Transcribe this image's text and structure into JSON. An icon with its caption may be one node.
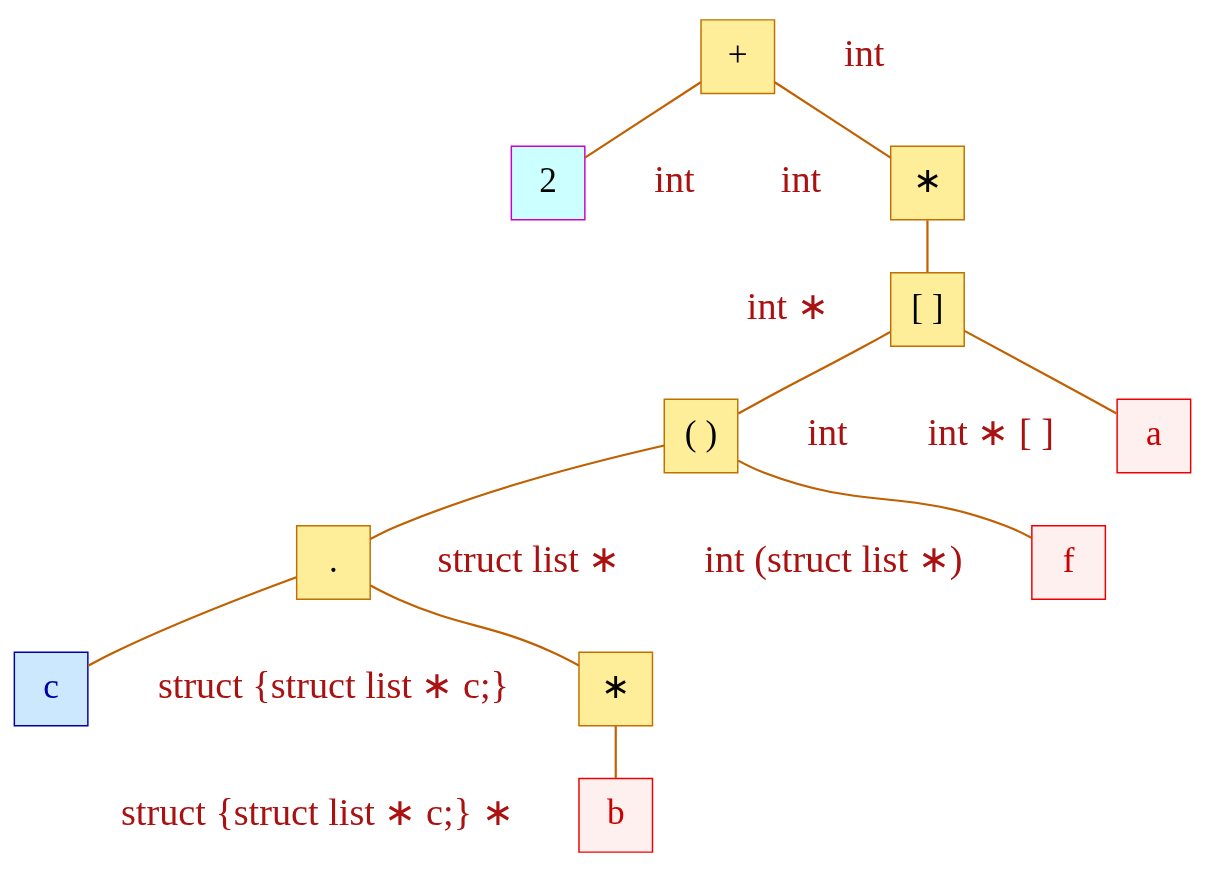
{
  "diagram": {
    "nodes": [
      {
        "text": [
          "+"
        ],
        "beside": [
          "int"
        ]
      },
      {
        "text": [
          "∗"
        ],
        "beside": [
          "int"
        ]
      },
      {
        "text": [
          "2"
        ],
        "beside": [
          "int"
        ]
      },
      {
        "text": [
          "[ ]"
        ],
        "beside": [
          "int ∗"
        ]
      },
      {
        "text": [
          "a"
        ],
        "beside": [
          "int ∗ [ ]"
        ]
      },
      {
        "text": [
          "( )"
        ],
        "beside": [
          "int"
        ]
      },
      {
        "text": [
          "f"
        ],
        "beside": [
          "int (struct list ∗)"
        ]
      },
      {
        "text": [
          "."
        ],
        "beside": [
          "struct list ∗"
        ]
      },
      {
        "text": [
          "∗"
        ],
        "beside": [
          "struct {struct list ∗ c;}"
        ]
      },
      {
        "text": [
          "c"
        ]
      },
      {
        "text": [
          "b"
        ],
        "beside": [
          "struct {struct list ∗ c;} ∗"
        ]
      }
    ],
    "edges": [
      {
        "from": 0,
        "to": 1,
        "arrow": "none"
      },
      {
        "from": 0,
        "to": 2,
        "arrow": "none"
      },
      {
        "from": 1,
        "to": 3,
        "arrow": "none"
      },
      {
        "from": 3,
        "to": 4,
        "arrow": "none"
      },
      {
        "from": 3,
        "to": 5,
        "arrow": "none"
      },
      {
        "from": 5,
        "to": 6,
        "arrow": "none"
      },
      {
        "from": 5,
        "to": 7,
        "arrow": "none"
      },
      {
        "from": 7,
        "to": 8,
        "arrow": "none"
      },
      {
        "from": 7,
        "to": 9,
        "arrow": "none"
      },
      {
        "from": 8,
        "to": 10,
        "arrow": "none"
      }
    ]
  }
}
